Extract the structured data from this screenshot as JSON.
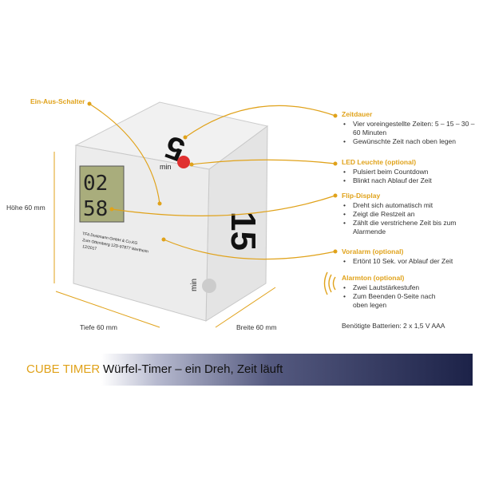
{
  "cube": {
    "top_digit": "5",
    "top_unit": "min",
    "right_digit": "15",
    "right_unit": "min",
    "lcd_top": "02",
    "lcd_bottom": "58",
    "label_lines": [
      "TFA Dostmann GmbH & Co.KG",
      "Zum Ottersberg 12D-97877 Wertheim",
      "12/2017"
    ]
  },
  "left_labels": {
    "switch": "Ein-Aus-Schalter",
    "height": "Höhe 60 mm",
    "depth": "Tiefe 60 mm",
    "width": "Breite 60 mm"
  },
  "features": [
    {
      "title": "Zeitdauer",
      "items": [
        "Vier voreingestellte Zeiten: 5 – 15 – 30 – 60 Minuten",
        "Gewünschte Zeit nach oben legen"
      ]
    },
    {
      "title": "LED Leuchte (optional)",
      "items": [
        "Pulsiert beim Countdown",
        "Blinkt nach Ablauf der Zeit"
      ]
    },
    {
      "title": "Flip-Display",
      "items": [
        "Dreht sich automatisch mit",
        "Zeigt die Restzeit an",
        "Zählt die verstrichene Zeit bis zum Alarmende"
      ]
    },
    {
      "title": "Voralarm (optional)",
      "items": [
        "Ertönt 10 Sek. vor Ablauf der Zeit"
      ]
    },
    {
      "title": "Alarmton (optional)",
      "items": [
        "Zwei Lautstärkestufen",
        "Zum Beenden 0-Seite nach oben legen"
      ]
    }
  ],
  "batteries": "Benötigte Batterien: 2 x 1,5 V AAA",
  "banner": {
    "brand": "CUBE TIMER",
    "tagline": "Würfel-Timer – ein Dreh, Zeit läuft"
  },
  "colors": {
    "accent": "#e0a21a",
    "navy": "#1c2248",
    "led": "#e03030"
  }
}
